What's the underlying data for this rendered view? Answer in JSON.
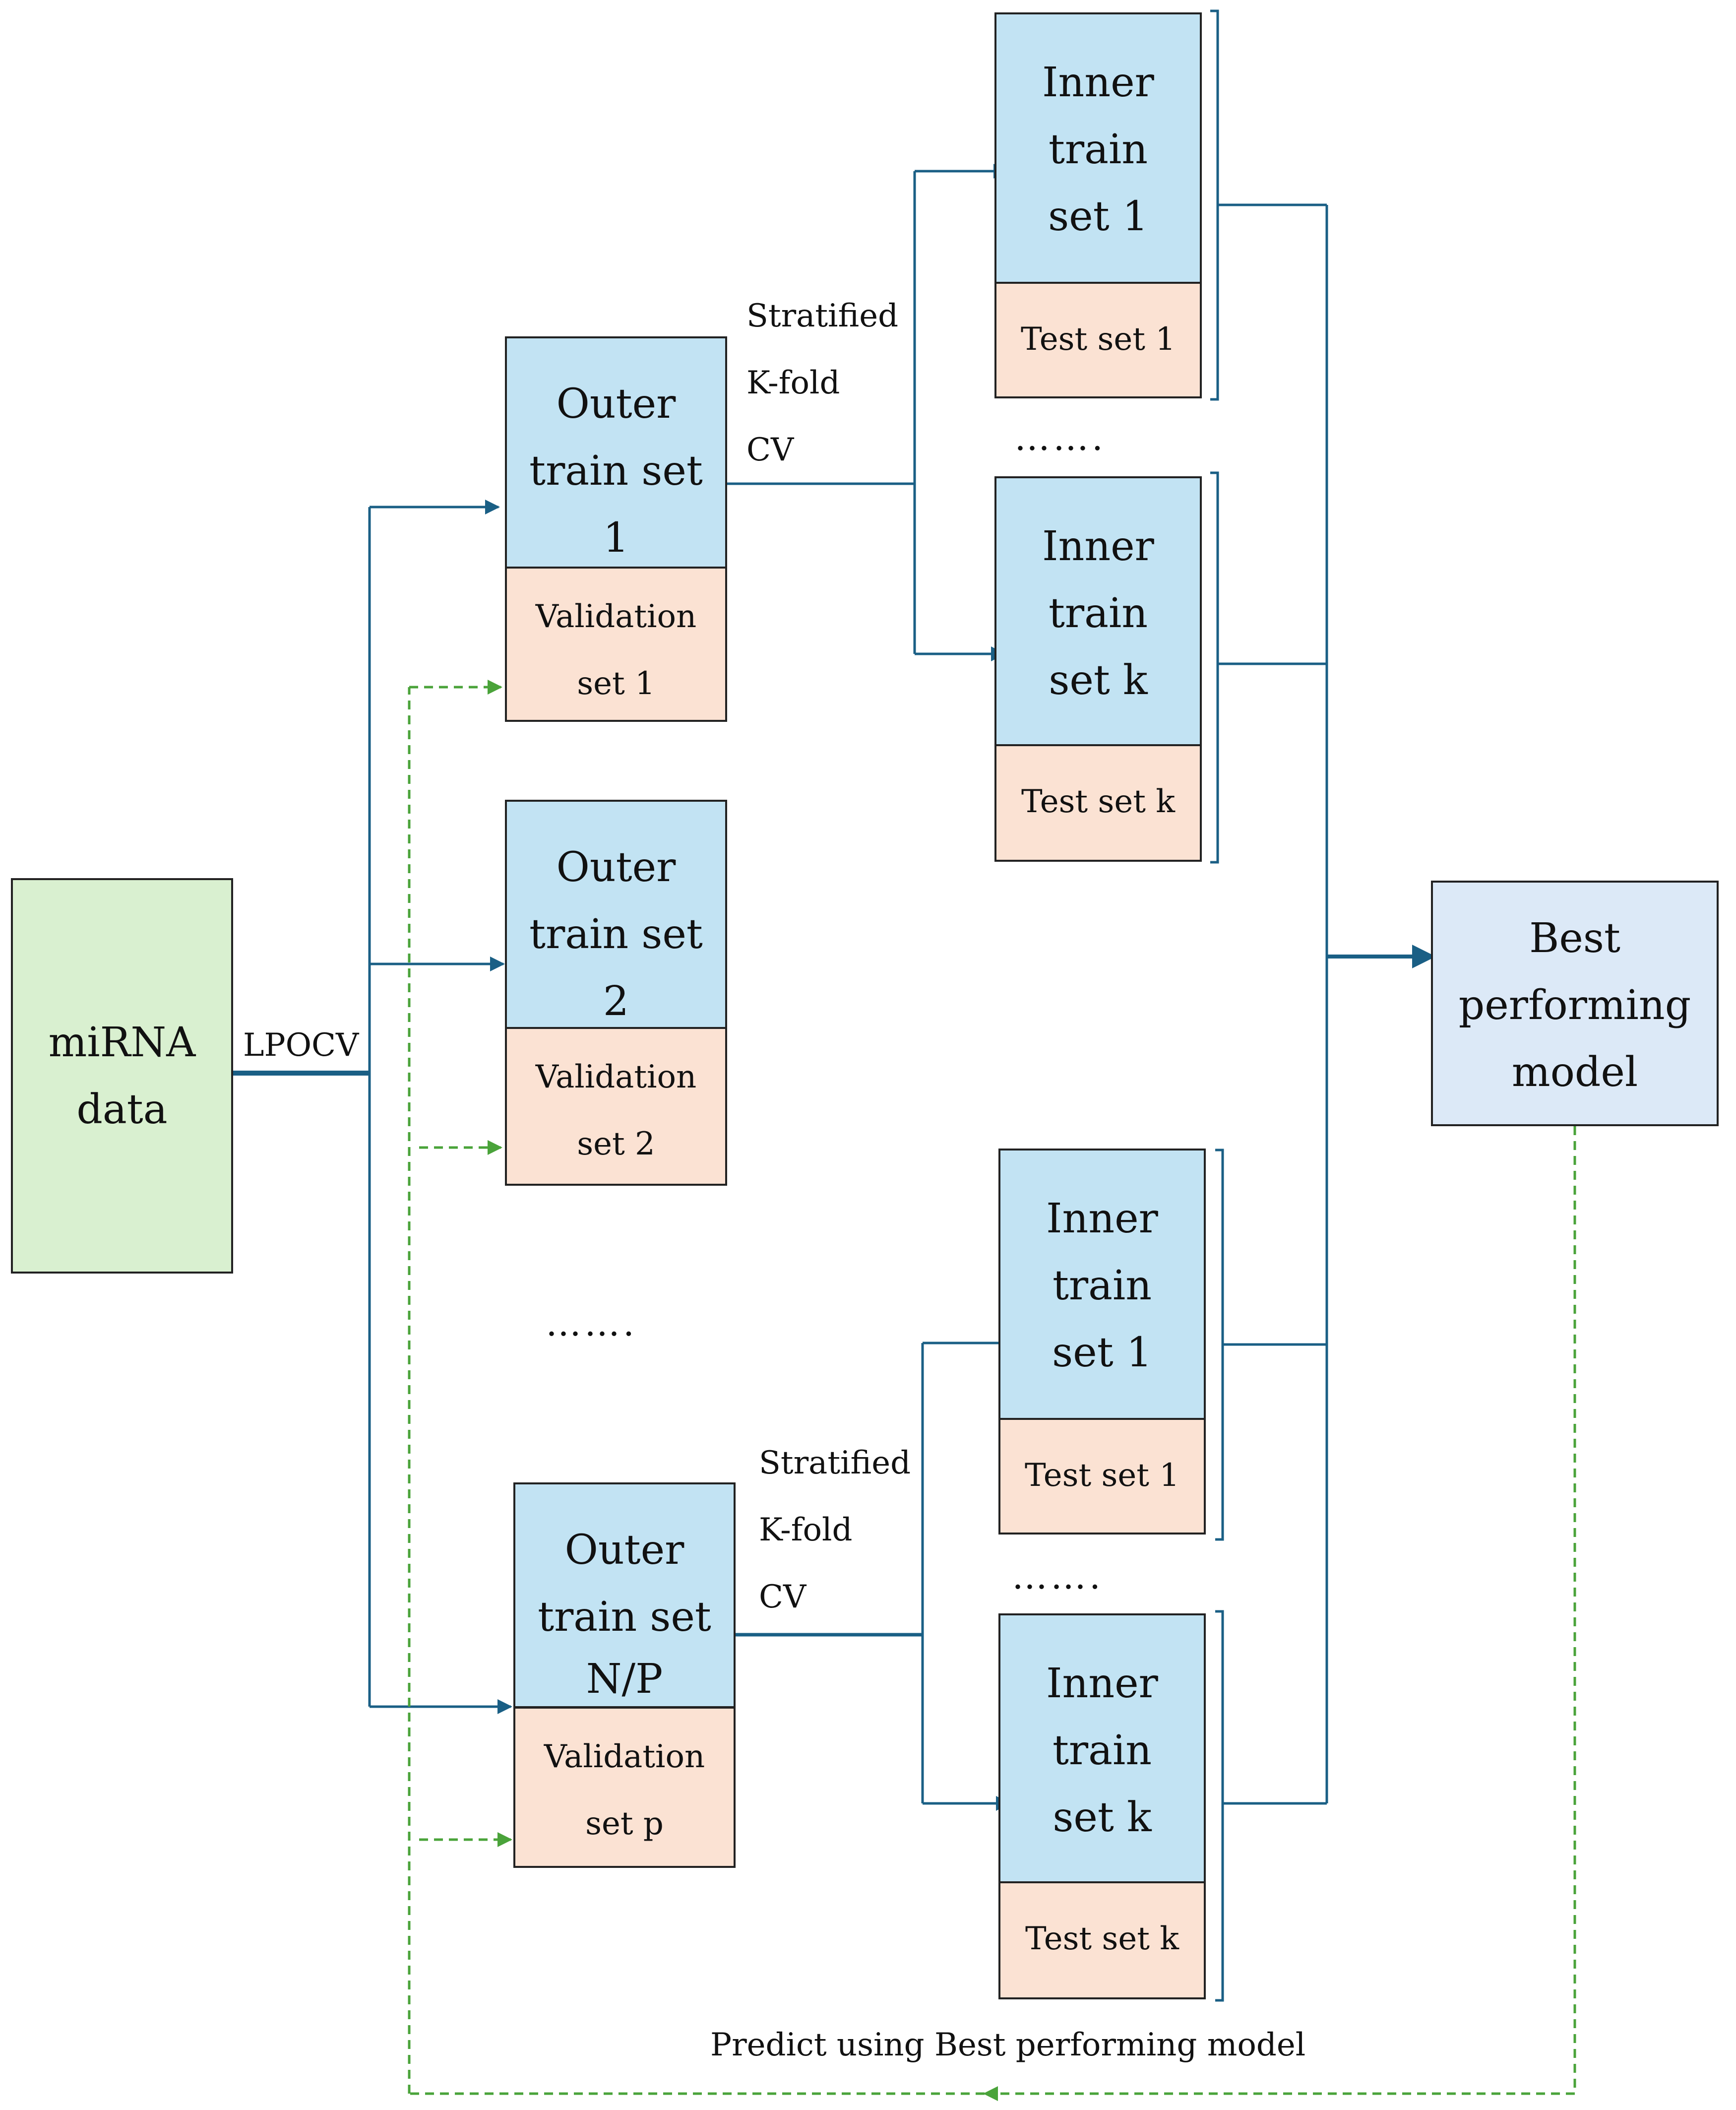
{
  "colors": {
    "arrow": "#1a5f85",
    "dashed": "#4aa33a",
    "train_fill": "#c2e3f3",
    "test_fill": "#fbe2d3",
    "data_fill": "#d9f0d0",
    "best_fill": "#dce9f7"
  },
  "source": {
    "line1": "miRNA",
    "line2": "data"
  },
  "lpocv_label": "LPOCV",
  "outer": [
    {
      "train": [
        "Outer",
        "train set",
        "1"
      ],
      "validation": [
        "Validation",
        "set 1"
      ]
    },
    {
      "train": [
        "Outer",
        "train set",
        "2"
      ],
      "validation": [
        "Validation",
        "set 2"
      ]
    },
    {
      "train": [
        "Outer",
        "train set",
        "N/P"
      ],
      "validation": [
        "Validation",
        "set p"
      ]
    }
  ],
  "cv_label": [
    "Stratified",
    "K-fold",
    "CV"
  ],
  "inner_top": [
    {
      "train": [
        "Inner",
        "train",
        "set 1"
      ],
      "test": "Test set 1"
    },
    {
      "train": [
        "Inner",
        "train",
        "set k"
      ],
      "test": "Test set k"
    }
  ],
  "inner_bottom": [
    {
      "train": [
        "Inner",
        "train",
        "set 1"
      ],
      "test": "Test set 1"
    },
    {
      "train": [
        "Inner",
        "train",
        "set k"
      ],
      "test": "Test set k"
    }
  ],
  "ellipsis": "…….",
  "best_model": [
    "Best",
    "performing",
    "model"
  ],
  "predict_label": "Predict using Best performing model"
}
